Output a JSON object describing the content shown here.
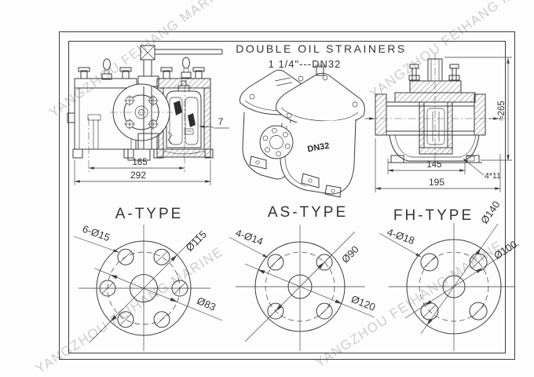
{
  "title": {
    "line1": "DOUBLE OIL STRAINERS",
    "line2": "1 1/4\"---DN32"
  },
  "watermark": {
    "text": "YANGZHOU FEIHANG MARINE"
  },
  "side_view": {
    "inner_width": "165",
    "overall_width": "292",
    "basket_label": "7"
  },
  "iso_view": {
    "size_label": "DN32"
  },
  "front_view": {
    "flange_span": "145",
    "base_width": "195",
    "overall_height": "≈265",
    "foot_holes": "4*11"
  },
  "flanges": [
    {
      "name": "A-TYPE",
      "holes": "6-Ø15",
      "outer": "Ø115",
      "bolt_circle": "Ø83"
    },
    {
      "name": "AS-TYPE",
      "holes": "4-Ø14",
      "bolt_circle": "Ø90",
      "outer": "Ø120"
    },
    {
      "name": "FH-TYPE",
      "holes": "4-Ø18",
      "outer": "Ø140",
      "bolt_circle": "Ø100"
    }
  ]
}
